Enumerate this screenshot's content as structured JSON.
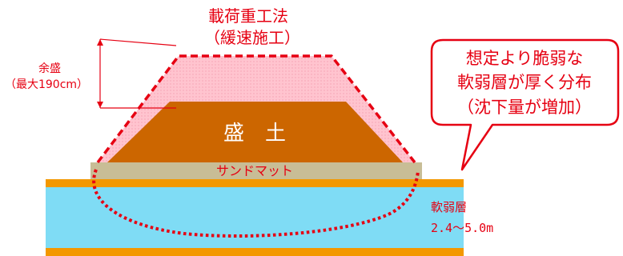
{
  "title": {
    "line1": "載荷重工法",
    "line2": "（緩速施工）"
  },
  "surcharge": {
    "label": "余盛",
    "detail": "（最大190cm）"
  },
  "embankment": {
    "label": "盛　土"
  },
  "sand_mat": {
    "label": "サンドマット"
  },
  "soft_layer": {
    "label": "軟弱層",
    "thickness": "2.4～5.0m"
  },
  "callout": {
    "line1": "想定より脆弱な",
    "line2": "軟弱層が厚く分布",
    "line3": "（沈下量が増加）"
  },
  "colors": {
    "accent_red": "#e60012",
    "surcharge_fill": "#ffc0cb",
    "embankment_fill": "#cc6600",
    "sand_mat_fill": "#c8bd96",
    "soft_layer_fill": "#7fdcf5",
    "layer_border": "#f39800"
  }
}
